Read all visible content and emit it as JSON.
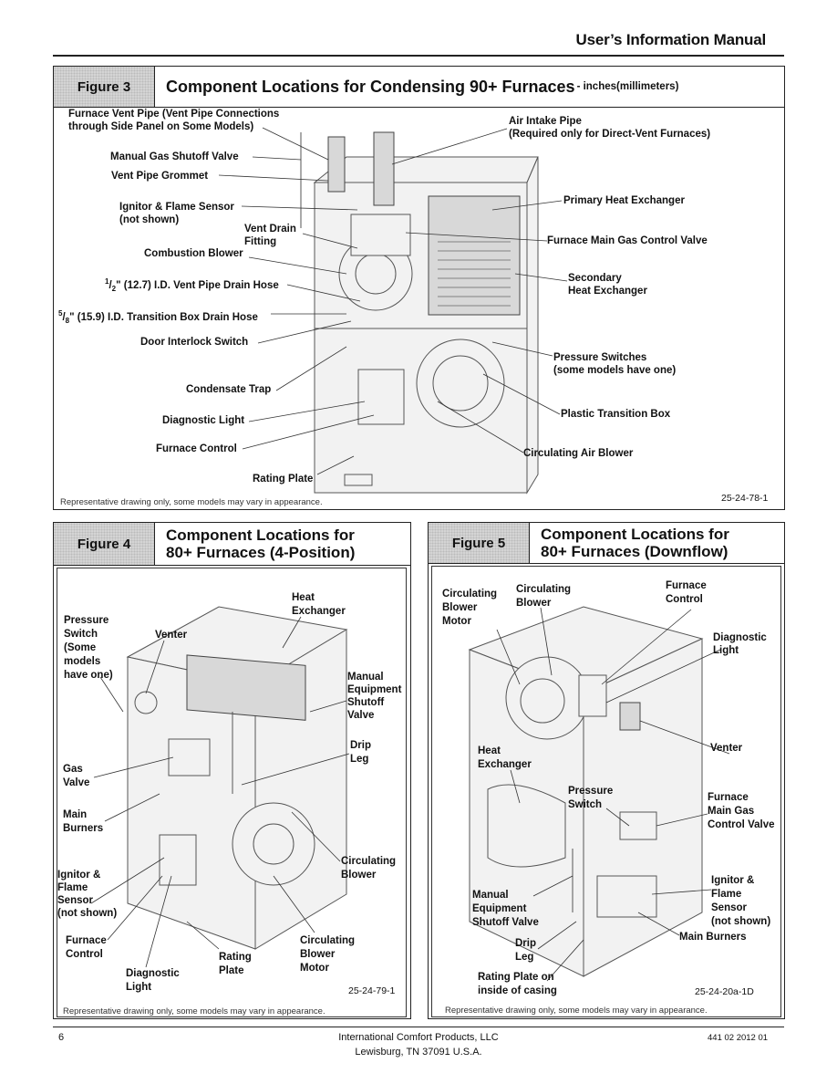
{
  "header": {
    "title": "User’s Information Manual"
  },
  "fig3": {
    "tag": "Figure 3",
    "title": "Component Locations for Condensing 90+ Furnaces",
    "title_suffix": " - inches(millimeters)",
    "labels": {
      "vent_pipe": "Furnace Vent Pipe (Vent Pipe Connections\nthrough Side Panel on Some Models)",
      "manual_gas": "Manual  Gas Shutoff  Valve",
      "grommet": "Vent Pipe Grommet",
      "ignitor": "Ignitor & Flame Sensor\n(not shown)",
      "vent_drain": "Vent  Drain\nFitting",
      "comb_blower": "Combustion Blower",
      "vent_hose_sup": "1",
      "vent_hose_sub": "2",
      "vent_hose": "\" (12.7) I.D. Vent Pipe Drain Hose",
      "trans_hose_sup": "5",
      "trans_hose_sub": "8",
      "trans_hose": "\" (15.9) I.D. Transition Box Drain Hose",
      "door_switch": "Door  Interlock Switch",
      "cond_trap": "Condensate Trap",
      "diag_light": "Diagnostic Light",
      "furn_control": "Furnace Control",
      "rating_plate": "Rating Plate",
      "air_intake": "Air Intake Pipe\n(Required only for Direct-Vent  Furnaces)",
      "primary_hx": "Primary Heat Exchanger",
      "main_gas_valve": "Furnace Main Gas Control Valve",
      "secondary_hx": "Secondary\nHeat Exchanger",
      "pressure_sw": "Pressure Switches\n(some models have one)",
      "trans_box": "Plastic Transition Box",
      "circ_blower": "Circulating Air Blower"
    },
    "note": "Representative drawing only, some models may vary in appearance.",
    "code": "25-24-78-1"
  },
  "fig4": {
    "tag": "Figure 4",
    "title_line1": "Component Locations for",
    "title_line2": "80+ Furnaces (4-Position)",
    "labels": {
      "pressure_sw": "Pressure\nSwitch\n(Some\nmodels\nhave one)",
      "venter": "Venter",
      "heat_exch": "Heat\nExchanger",
      "manual_equip": "Manual\nEquipment\nShutoff\nValve",
      "drip_leg": "Drip\nLeg",
      "gas_valve": "Gas\nValve",
      "main_burners": "Main\nBurners",
      "ignitor": "Ignitor &\nFlame\nSensor\n(not shown)",
      "circ_blower": "Circulating\nBlower",
      "furn_control": "Furnace\nControl",
      "rating_plate": "Rating\nPlate",
      "circ_motor": "Circulating\nBlower\nMotor",
      "diag_light": "Diagnostic\nLight"
    },
    "code": "25-24-79-1",
    "note": "Representative drawing only, some models may vary in appearance."
  },
  "fig5": {
    "tag": "Figure 5",
    "title_line1": "Component Locations for",
    "title_line2": "80+ Furnaces (Downflow)",
    "labels": {
      "circ_motor": "Circulating\nBlower\nMotor",
      "circ_blower": "Circulating\nBlower",
      "furn_control": "Furnace\nControl",
      "diag_light": "Diagnostic\nLight",
      "venter": "Venter",
      "heat_exch": "Heat\nExchanger",
      "pressure_sw": "Pressure\nSwitch",
      "main_gas": "Furnace\nMain Gas\nControl Valve",
      "ignitor": "Ignitor   &\nFlame\nSensor\n(not shown)",
      "manual_equip": "Manual\nEquipment\nShutoff   Valve",
      "main_burners": "Main Burners",
      "drip_leg": "Drip\nLeg",
      "rating_plate": "Rating Plate on\ninside of casing"
    },
    "code": "25-24-20a-1D",
    "note": "Representative drawing only, some models may vary in appearance."
  },
  "footer": {
    "page": "6",
    "company": "International Comfort Products, LLC",
    "address": "Lewisburg, TN  37091 U.S.A.",
    "docnum": "441 02 2012 01"
  }
}
